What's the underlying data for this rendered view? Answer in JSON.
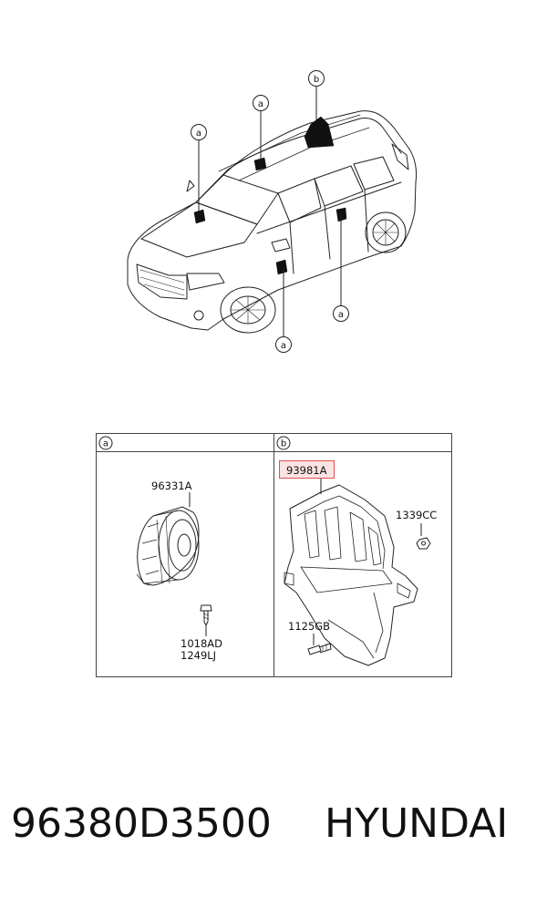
{
  "callouts": {
    "a": "a",
    "b": "b"
  },
  "panels": {
    "a": {
      "header": "a",
      "speaker_part": "96331A",
      "screw_part_1": "1018AD",
      "screw_part_2": "1249LJ"
    },
    "b": {
      "header": "b",
      "highlighted_part": "93981A",
      "nut_part": "1339CC",
      "bolt_part": "1125GB"
    }
  },
  "footer": {
    "part_number": "96380D3500",
    "brand": "HYUNDAI"
  },
  "colors": {
    "line": "#222222",
    "highlight_border": "#e05050",
    "highlight_fill": "#fbe3e3"
  }
}
